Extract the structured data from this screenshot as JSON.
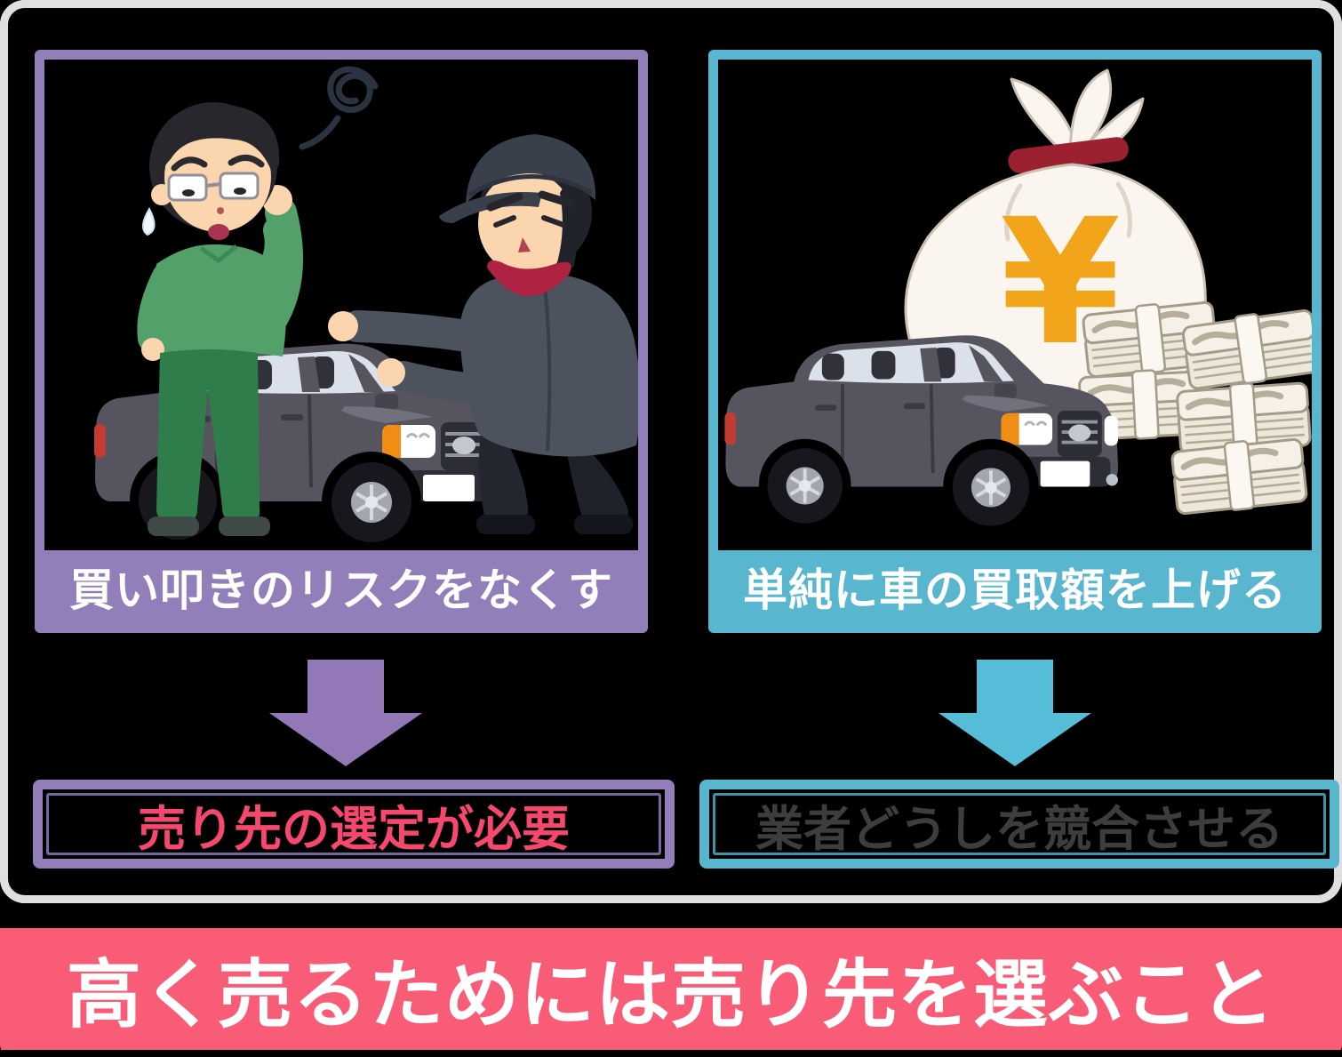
{
  "left_column": {
    "caption": "買い叩きのリスクをなくす",
    "result": "売り先の選定が必要"
  },
  "right_column": {
    "caption": "単純に車の買取額を上げる",
    "result": "業者どうしを競合させる",
    "yen_symbol": "¥"
  },
  "banner": {
    "text": "高く売るためには売り先を選ぶこと"
  },
  "colors": {
    "purple": "#927fb9",
    "purple_arrow": "#9378b7",
    "teal": "#58b6ce",
    "teal_arrow": "#55bdd7",
    "banner_pink": "#f95c76",
    "result_pink_text": "#f6486e",
    "result_gray_text": "#3d3d3d",
    "frame_gray": "#dfdfdf",
    "background": "#000000"
  }
}
